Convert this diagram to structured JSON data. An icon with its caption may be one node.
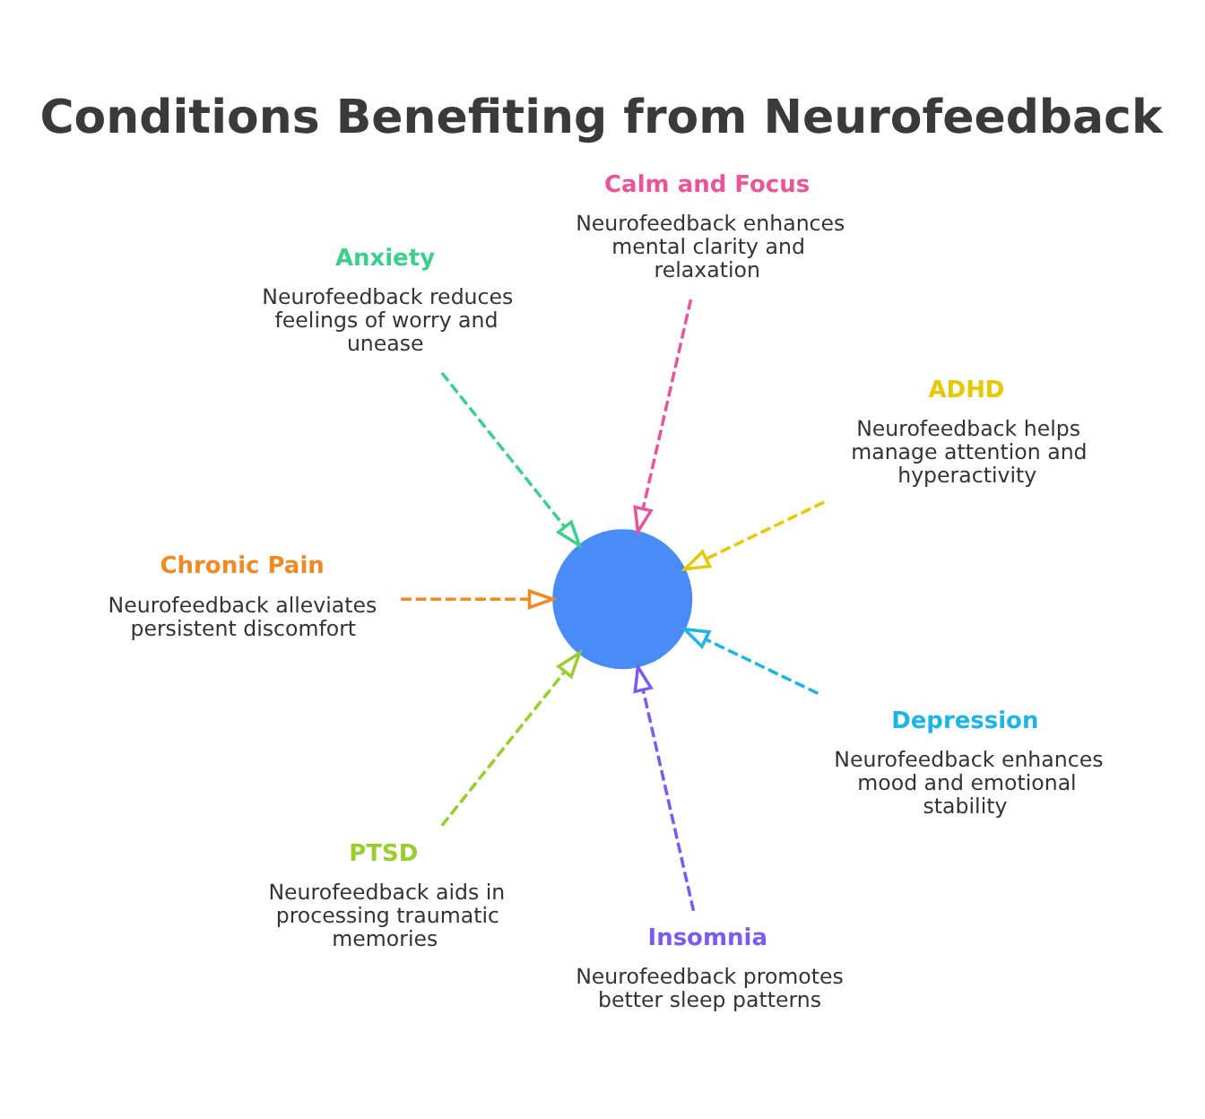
{
  "diagram": {
    "title": "Conditions Benefiting from Neurofeedback",
    "nodes": [
      {
        "text": [
          "ADHD",
          "Neurofeedback helps manage attention and hyperactivity"
        ]
      },
      {
        "text": [
          "Calm and Focus",
          "Neurofeedback enhances mental clarity and relaxation"
        ]
      },
      {
        "text": [
          "Anxiety",
          "Neurofeedback reduces feelings of worry and unease"
        ]
      },
      {
        "text": [],
        "shape": "circle"
      },
      {
        "text": [
          "Chronic Pain",
          "Neurofeedback alleviates persistent discomfort"
        ]
      },
      {
        "text": [
          "PTSD",
          "Neurofeedback aids in processing traumatic memories"
        ]
      },
      {
        "text": [
          "Insomnia",
          "Neurofeedback promotes better sleep patterns"
        ]
      },
      {
        "text": [
          "Depression",
          "Neurofeedback enhances mood and emotional stability"
        ]
      }
    ],
    "edges": [
      {
        "from": 0,
        "to": 3,
        "arrow": "to",
        "style": "dashed",
        "color": "#e6c800"
      },
      {
        "from": 1,
        "to": 3,
        "arrow": "to",
        "style": "dashed",
        "color": "#e8559b"
      },
      {
        "from": 2,
        "to": 3,
        "arrow": "to",
        "style": "dashed",
        "color": "#3ecf8e"
      },
      {
        "from": 4,
        "to": 3,
        "arrow": "to",
        "style": "dashed",
        "color": "#f08a24"
      },
      {
        "from": 5,
        "to": 3,
        "arrow": "to",
        "style": "dashed",
        "color": "#9acd32"
      },
      {
        "from": 6,
        "to": 3,
        "arrow": "to",
        "style": "dashed",
        "color": "#7b5cf0"
      },
      {
        "from": 7,
        "to": 3,
        "arrow": "to",
        "style": "dashed",
        "color": "#1eb4e6"
      }
    ]
  }
}
